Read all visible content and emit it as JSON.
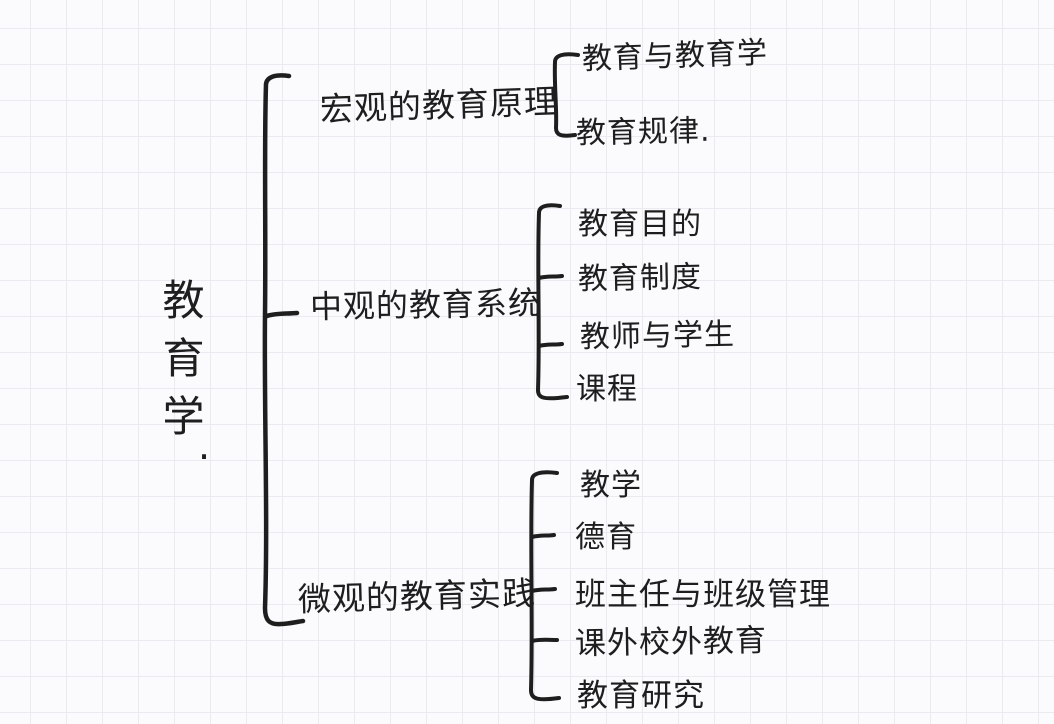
{
  "root": {
    "label": "教育学",
    "period": "."
  },
  "branches": [
    {
      "label": "宏观的教育原理",
      "children": [
        {
          "label": "教育与教育学"
        },
        {
          "label": "教育规律."
        }
      ]
    },
    {
      "label": "中观的教育系统",
      "children": [
        {
          "label": "教育目的"
        },
        {
          "label": "教育制度"
        },
        {
          "label": "教师与学生"
        },
        {
          "label": "课程"
        }
      ]
    },
    {
      "label": "微观的教育实践",
      "children": [
        {
          "label": "教学"
        },
        {
          "label": "德育"
        },
        {
          "label": "班主任与班级管理"
        },
        {
          "label": "课外校外教育"
        },
        {
          "label": "教育研究"
        }
      ]
    }
  ],
  "colors": {
    "ink": "#1e1e1e",
    "paper": "#fbfbfd",
    "grid": "#e9ebf1"
  }
}
